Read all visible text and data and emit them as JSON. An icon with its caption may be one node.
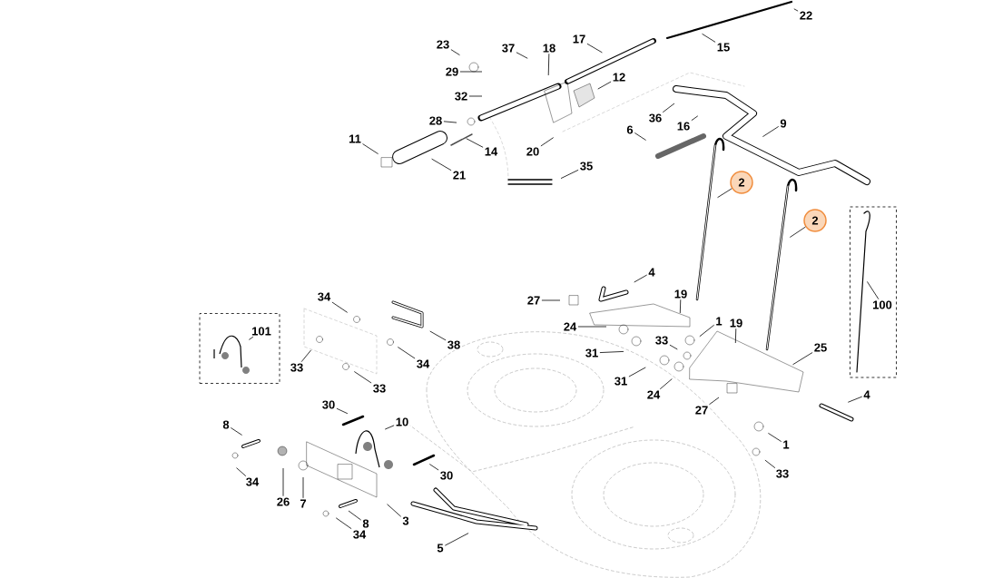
{
  "diagram": {
    "nodes": [
      {
        "text": [
          "22"
        ]
      },
      {
        "text": [
          "15"
        ]
      },
      {
        "text": [
          "17"
        ]
      },
      {
        "text": [
          "23"
        ]
      },
      {
        "text": [
          "37"
        ]
      },
      {
        "text": [
          "18"
        ]
      },
      {
        "text": [
          "29"
        ]
      },
      {
        "text": [
          "12"
        ]
      },
      {
        "text": [
          "32"
        ]
      },
      {
        "text": [
          "36"
        ]
      },
      {
        "text": [
          "16"
        ]
      },
      {
        "text": [
          "28"
        ]
      },
      {
        "text": [
          "9"
        ]
      },
      {
        "text": [
          "6"
        ]
      },
      {
        "text": [
          "11"
        ]
      },
      {
        "text": [
          "14"
        ]
      },
      {
        "text": [
          "20"
        ]
      },
      {
        "text": [
          "21"
        ]
      },
      {
        "text": [
          "35"
        ]
      },
      {
        "text": [
          "2"
        ]
      },
      {
        "text": [
          "2"
        ]
      },
      {
        "text": [],
        "shape": "box"
      },
      {
        "text": [
          "100"
        ],
        "in": 21
      },
      {
        "text": [
          "4"
        ]
      },
      {
        "text": [
          "27"
        ]
      },
      {
        "text": [
          "19"
        ]
      },
      {
        "text": [
          "34"
        ]
      },
      {
        "text": [
          "1"
        ]
      },
      {
        "text": [
          "19"
        ]
      },
      {
        "text": [],
        "shape": "box"
      },
      {
        "text": [
          "101"
        ],
        "in": 29
      },
      {
        "text": [
          "24"
        ]
      },
      {
        "text": [
          "31"
        ]
      },
      {
        "text": [
          "33"
        ]
      },
      {
        "text": [
          "25"
        ]
      },
      {
        "text": [
          "38"
        ]
      },
      {
        "text": [
          "33"
        ]
      },
      {
        "text": [
          "34"
        ]
      },
      {
        "text": [
          "31"
        ]
      },
      {
        "text": [
          "24"
        ]
      },
      {
        "text": [
          "33"
        ]
      },
      {
        "text": [
          "4"
        ]
      },
      {
        "text": [
          "30"
        ]
      },
      {
        "text": [
          "27"
        ]
      },
      {
        "text": [
          "10"
        ]
      },
      {
        "text": [
          "8"
        ]
      },
      {
        "text": [
          "1"
        ]
      },
      {
        "text": [
          "34"
        ]
      },
      {
        "text": [
          "30"
        ]
      },
      {
        "text": [
          "33"
        ]
      },
      {
        "text": [
          "26"
        ]
      },
      {
        "text": [
          "7"
        ]
      },
      {
        "text": [
          "8"
        ]
      },
      {
        "text": [
          "3"
        ]
      },
      {
        "text": [
          "5"
        ]
      },
      {
        "text": [
          "34"
        ]
      }
    ],
    "edges": [
      {
        "from": 0,
        "to": null,
        "arrow": "none"
      },
      {
        "from": 1,
        "to": null,
        "arrow": "none"
      },
      {
        "from": 2,
        "to": null,
        "arrow": "none"
      },
      {
        "from": 3,
        "to": null,
        "arrow": "none"
      },
      {
        "from": 4,
        "to": null,
        "arrow": "none"
      },
      {
        "from": 5,
        "to": null,
        "arrow": "none"
      },
      {
        "from": 6,
        "to": null,
        "arrow": "none"
      },
      {
        "from": 7,
        "to": null,
        "arrow": "none"
      },
      {
        "from": 8,
        "to": null,
        "arrow": "none"
      },
      {
        "from": 9,
        "to": null,
        "arrow": "none"
      },
      {
        "from": 10,
        "to": null,
        "arrow": "none"
      },
      {
        "from": 11,
        "to": null,
        "arrow": "none"
      },
      {
        "from": 12,
        "to": null,
        "arrow": "none"
      },
      {
        "from": 13,
        "to": null,
        "arrow": "none"
      },
      {
        "from": 14,
        "to": null,
        "arrow": "none"
      },
      {
        "from": 15,
        "to": null,
        "arrow": "none"
      },
      {
        "from": 16,
        "to": null,
        "arrow": "none"
      },
      {
        "from": 17,
        "to": null,
        "arrow": "none"
      },
      {
        "from": 18,
        "to": null,
        "arrow": "none"
      },
      {
        "from": 19,
        "to": null,
        "arrow": "none"
      },
      {
        "from": 20,
        "to": null,
        "arrow": "none"
      },
      {
        "from": 22,
        "to": null,
        "arrow": "none"
      },
      {
        "from": 23,
        "to": null,
        "arrow": "none"
      },
      {
        "from": 24,
        "to": null,
        "arrow": "none"
      },
      {
        "from": 25,
        "to": null,
        "arrow": "none"
      },
      {
        "from": 26,
        "to": null,
        "arrow": "none"
      },
      {
        "from": 27,
        "to": null,
        "arrow": "none"
      },
      {
        "from": 28,
        "to": null,
        "arrow": "none"
      },
      {
        "from": 30,
        "to": null,
        "arrow": "none"
      },
      {
        "from": 31,
        "to": null,
        "arrow": "none"
      },
      {
        "from": 32,
        "to": null,
        "arrow": "none"
      },
      {
        "from": 33,
        "to": null,
        "arrow": "none"
      },
      {
        "from": 34,
        "to": null,
        "arrow": "none"
      },
      {
        "from": 35,
        "to": null,
        "arrow": "none"
      },
      {
        "from": 36,
        "to": null,
        "arrow": "none"
      },
      {
        "from": 37,
        "to": null,
        "arrow": "none"
      },
      {
        "from": 38,
        "to": null,
        "arrow": "none"
      },
      {
        "from": 39,
        "to": null,
        "arrow": "none"
      },
      {
        "from": 40,
        "to": null,
        "arrow": "none"
      },
      {
        "from": 41,
        "to": null,
        "arrow": "none"
      },
      {
        "from": 42,
        "to": null,
        "arrow": "none"
      },
      {
        "from": 43,
        "to": null,
        "arrow": "none"
      },
      {
        "from": 44,
        "to": null,
        "arrow": "none"
      },
      {
        "from": 45,
        "to": null,
        "arrow": "none"
      },
      {
        "from": 46,
        "to": null,
        "arrow": "none"
      },
      {
        "from": 47,
        "to": null,
        "arrow": "none"
      },
      {
        "from": 48,
        "to": null,
        "arrow": "none"
      },
      {
        "from": 49,
        "to": null,
        "arrow": "none"
      },
      {
        "from": 50,
        "to": null,
        "arrow": "none"
      },
      {
        "from": 51,
        "to": null,
        "arrow": "none"
      },
      {
        "from": 52,
        "to": null,
        "arrow": "none"
      },
      {
        "from": 53,
        "to": null,
        "arrow": "none"
      },
      {
        "from": 54,
        "to": null,
        "arrow": "none"
      },
      {
        "from": 55,
        "to": null,
        "arrow": "none"
      }
    ]
  }
}
